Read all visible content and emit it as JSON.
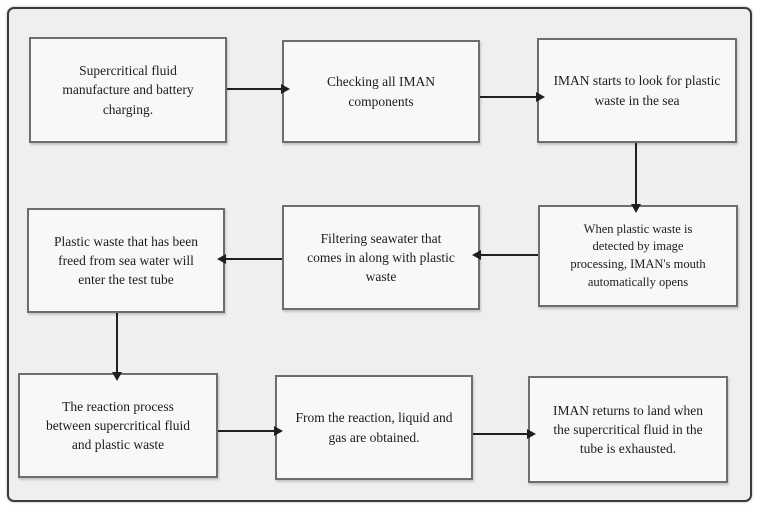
{
  "flowchart": {
    "colors": {
      "canvas_background": "#f0efed",
      "node_fill": "#f9f8f7",
      "node_border": "#6e6d6b",
      "frame_border": "#3b3b3b",
      "arrow": "#1f1f1f",
      "text": "#1c1c1c"
    },
    "nodes": [
      {
        "id": "n1",
        "label": "Supercritical fluid manufacture and battery charging."
      },
      {
        "id": "n2",
        "label": "Checking all IMAN components"
      },
      {
        "id": "n3",
        "label": "IMAN starts to look for plastic waste in the sea"
      },
      {
        "id": "n4",
        "label": "When plastic waste is detected by image processing, IMAN's mouth automatically opens"
      },
      {
        "id": "n5",
        "label": "Filtering seawater that comes in along with plastic waste"
      },
      {
        "id": "n6",
        "label": "Plastic waste that has been freed from sea water will enter the test tube"
      },
      {
        "id": "n7",
        "label": "The reaction process between supercritical fluid and plastic waste"
      },
      {
        "id": "n8",
        "label": "From the reaction, liquid and gas are obtained."
      },
      {
        "id": "n9",
        "label": "IMAN returns to land when the supercritical fluid in the tube is exhausted."
      }
    ],
    "edges": [
      {
        "from": "n1",
        "to": "n2",
        "direction": "right"
      },
      {
        "from": "n2",
        "to": "n3",
        "direction": "right"
      },
      {
        "from": "n3",
        "to": "n4",
        "direction": "down"
      },
      {
        "from": "n4",
        "to": "n5",
        "direction": "left"
      },
      {
        "from": "n5",
        "to": "n6",
        "direction": "left"
      },
      {
        "from": "n6",
        "to": "n7",
        "direction": "down"
      },
      {
        "from": "n7",
        "to": "n8",
        "direction": "right"
      },
      {
        "from": "n8",
        "to": "n9",
        "direction": "right"
      }
    ]
  }
}
